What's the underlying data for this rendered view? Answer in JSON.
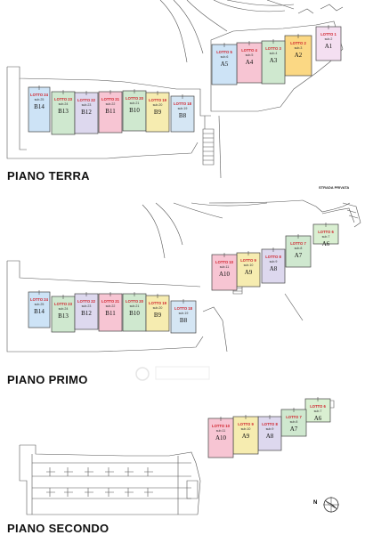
{
  "floors": [
    {
      "title": "PIANO TERRA",
      "units": [
        {
          "lotto": "LOTTO 1",
          "sub": "sub.2",
          "code": "A1",
          "color": "#f4dff1"
        },
        {
          "lotto": "LOTTO 2",
          "sub": "sub.3",
          "code": "A2",
          "color": "#fbd884"
        },
        {
          "lotto": "LOTTO 3",
          "sub": "sub.4",
          "code": "A3",
          "color": "#cfe8cf"
        },
        {
          "lotto": "LOTTO 4",
          "sub": "sub.5",
          "code": "A4",
          "color": "#f7c5d3"
        },
        {
          "lotto": "LOTTO 5",
          "sub": "sub.6",
          "code": "A5",
          "color": "#cde3f6"
        },
        {
          "lotto": "LOTTO 24",
          "sub": "sub.25",
          "code": "B14",
          "color": "#cde3f6"
        },
        {
          "lotto": "LOTTO 23",
          "sub": "sub.24",
          "code": "B13",
          "color": "#cfe8cf"
        },
        {
          "lotto": "LOTTO 22",
          "sub": "sub.23",
          "code": "B12",
          "color": "#ddd8ee"
        },
        {
          "lotto": "LOTTO 21",
          "sub": "sub.22",
          "code": "B11",
          "color": "#f7c5d3"
        },
        {
          "lotto": "LOTTO 20",
          "sub": "sub.21",
          "code": "B10",
          "color": "#cfe8cf"
        },
        {
          "lotto": "LOTTO 19",
          "sub": "sub.20",
          "code": "B9",
          "color": "#f6ecb0"
        },
        {
          "lotto": "LOTTO 18",
          "sub": "sub.19",
          "code": "B8",
          "color": "#d5e6f4"
        }
      ]
    },
    {
      "title": "PIANO PRIMO",
      "street": "STRADA PRIVATA",
      "units": [
        {
          "lotto": "LOTTO 6",
          "sub": "sub.7",
          "code": "A6",
          "color": "#d9efd1"
        },
        {
          "lotto": "LOTTO 7",
          "sub": "sub.8",
          "code": "A7",
          "color": "#cfe8cf"
        },
        {
          "lotto": "LOTTO 8",
          "sub": "sub.9",
          "code": "A8",
          "color": "#ddd8ee"
        },
        {
          "lotto": "LOTTO 9",
          "sub": "sub.10",
          "code": "A9",
          "color": "#f6ecb0"
        },
        {
          "lotto": "LOTTO 10",
          "sub": "sub.11",
          "code": "A10",
          "color": "#f7c5d3"
        },
        {
          "lotto": "LOTTO 24",
          "sub": "sub.25",
          "code": "B14",
          "color": "#cde3f6"
        },
        {
          "lotto": "LOTTO 23",
          "sub": "sub.24",
          "code": "B13",
          "color": "#cfe8cf"
        },
        {
          "lotto": "LOTTO 22",
          "sub": "sub.23",
          "code": "B12",
          "color": "#ddd8ee"
        },
        {
          "lotto": "LOTTO 21",
          "sub": "sub.22",
          "code": "B11",
          "color": "#f7c5d3"
        },
        {
          "lotto": "LOTTO 20",
          "sub": "sub.21",
          "code": "B10",
          "color": "#cfe8cf"
        },
        {
          "lotto": "LOTTO 19",
          "sub": "sub.20",
          "code": "B9",
          "color": "#f6ecb0"
        },
        {
          "lotto": "LOTTO 18",
          "sub": "sub.19",
          "code": "B8",
          "color": "#d5e6f4"
        }
      ]
    },
    {
      "title": "PIANO SECONDO",
      "compass": "N",
      "units": [
        {
          "lotto": "LOTTO 6",
          "sub": "sub.7",
          "code": "A6",
          "color": "#d9efd1"
        },
        {
          "lotto": "LOTTO 7",
          "sub": "sub.8",
          "code": "A7",
          "color": "#cfe8cf"
        },
        {
          "lotto": "LOTTO 8",
          "sub": "sub.9",
          "code": "A8",
          "color": "#ddd8ee"
        },
        {
          "lotto": "LOTTO 9",
          "sub": "sub.10",
          "code": "A9",
          "color": "#f6ecb0"
        },
        {
          "lotto": "LOTTO 10",
          "sub": "sub.11",
          "code": "A10",
          "color": "#f7c5d3"
        }
      ]
    }
  ]
}
